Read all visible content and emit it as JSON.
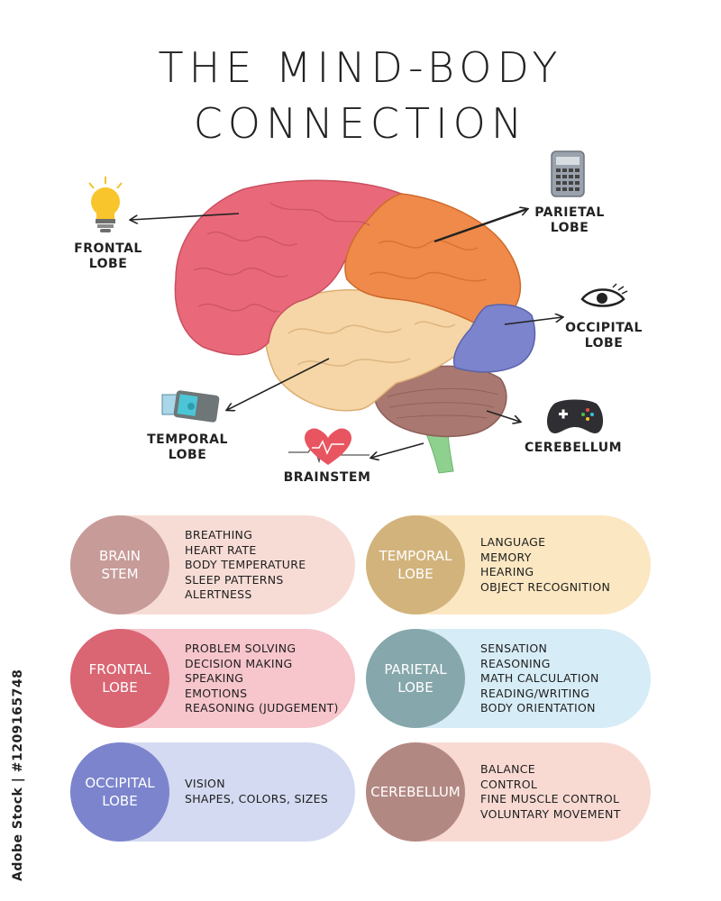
{
  "title": {
    "line1": "THE MIND-BODY",
    "line2": "CONNECTION"
  },
  "diagram_labels": {
    "frontal": [
      "FRONTAL",
      "LOBE"
    ],
    "parietal": [
      "PARIETAL",
      "LOBE"
    ],
    "occipital": [
      "OCCIPITAL",
      "LOBE"
    ],
    "temporal": [
      "TEMPORAL",
      "LOBE"
    ],
    "brainstem": "BRAINSTEM",
    "cerebellum": "CEREBELLUM"
  },
  "icons": {
    "frontal": "lightbulb-icon",
    "parietal": "calculator-icon",
    "occipital": "eye-icon",
    "temporal": "usb-drive-icon",
    "brainstem": "heartbeat-icon",
    "cerebellum": "gamepad-icon"
  },
  "colors": {
    "frontal": "#e9697a",
    "parietal": "#ef8a4a",
    "occipital": "#7b84cc",
    "temporal": "#f6d6a6",
    "cerebellum": "#b07e78",
    "brainstem": "#8ed18e"
  },
  "cards": [
    {
      "name": [
        "BRAIN",
        "STEM"
      ],
      "circle_color": "#c69b98",
      "bg_color": "#f7dcd6",
      "items": [
        "BREATHING",
        "HEART RATE",
        "BODY TEMPERATURE",
        "SLEEP PATTERNS",
        "ALERTNESS"
      ]
    },
    {
      "name": [
        "TEMPORAL",
        "LOBE"
      ],
      "circle_color": "#d2b37c",
      "bg_color": "#fbe7c2",
      "items": [
        "LANGUAGE",
        "MEMORY",
        "HEARING",
        "OBJECT RECOGNITION"
      ]
    },
    {
      "name": [
        "FRONTAL",
        "LOBE"
      ],
      "circle_color": "#da6573",
      "bg_color": "#f7c5cc",
      "items": [
        "PROBLEM SOLVING",
        "DECISION MAKING",
        "SPEAKING",
        "EMOTIONS",
        "REASONING (JUDGEMENT)"
      ]
    },
    {
      "name": [
        "PARIETAL",
        "LOBE"
      ],
      "circle_color": "#86a7ab",
      "bg_color": "#d6ecf6",
      "items": [
        "SENSATION",
        "REASONING",
        "MATH CALCULATION",
        "READING/WRITING",
        "BODY ORIENTATION"
      ]
    },
    {
      "name": [
        "OCCIPITAL",
        "LOBE"
      ],
      "circle_color": "#7b84cc",
      "bg_color": "#d3daf1",
      "items": [
        "VISION",
        "SHAPES, COLORS, SIZES"
      ]
    },
    {
      "name": [
        "CEREBELLUM"
      ],
      "circle_color": "#b28882",
      "bg_color": "#f8dad3",
      "items": [
        "BALANCE",
        "CONTROL",
        "FINE MUSCLE CONTROL",
        "VOLUNTARY MOVEMENT"
      ]
    }
  ],
  "side_text": "Adobe Stock | #1209165748"
}
